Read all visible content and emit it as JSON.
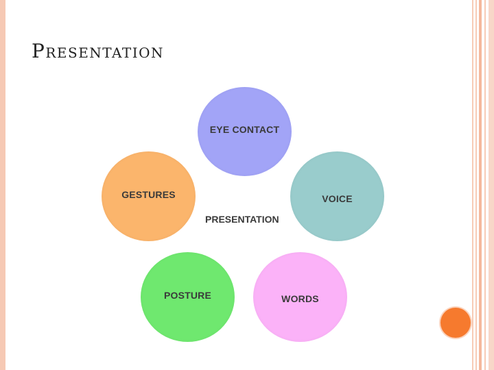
{
  "slide": {
    "title": "Presentation"
  },
  "diagram": {
    "center_label": "PRESENTATION",
    "nodes": [
      {
        "label": "EYE CONTACT",
        "color": "#a2a4f7"
      },
      {
        "label": "VOICE",
        "color": "#99cccc"
      },
      {
        "label": "GESTURES",
        "color": "#fbb56c"
      },
      {
        "label": "POSTURE",
        "color": "#6fe86f"
      },
      {
        "label": "WORDS",
        "color": "#fbb2f8"
      }
    ]
  },
  "decoration": {
    "accent_color": "#f67a2e",
    "border_color": "#f6c9b4"
  }
}
